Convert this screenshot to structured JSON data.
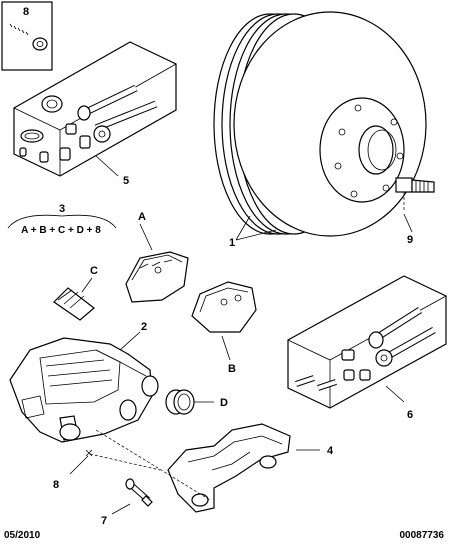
{
  "labels": {
    "callout_1": "1",
    "callout_2": "2",
    "callout_3": "3",
    "callout_4": "4",
    "callout_5": "5",
    "callout_6": "6",
    "callout_7": "7",
    "callout_8_box": "8",
    "callout_8": "8",
    "callout_9": "9",
    "callout_A": "A",
    "callout_B": "B",
    "callout_C": "C",
    "callout_D": "D",
    "formula": "A + B + C + D + 8"
  },
  "footer": {
    "date": "05/2010",
    "reference": "00087736"
  }
}
